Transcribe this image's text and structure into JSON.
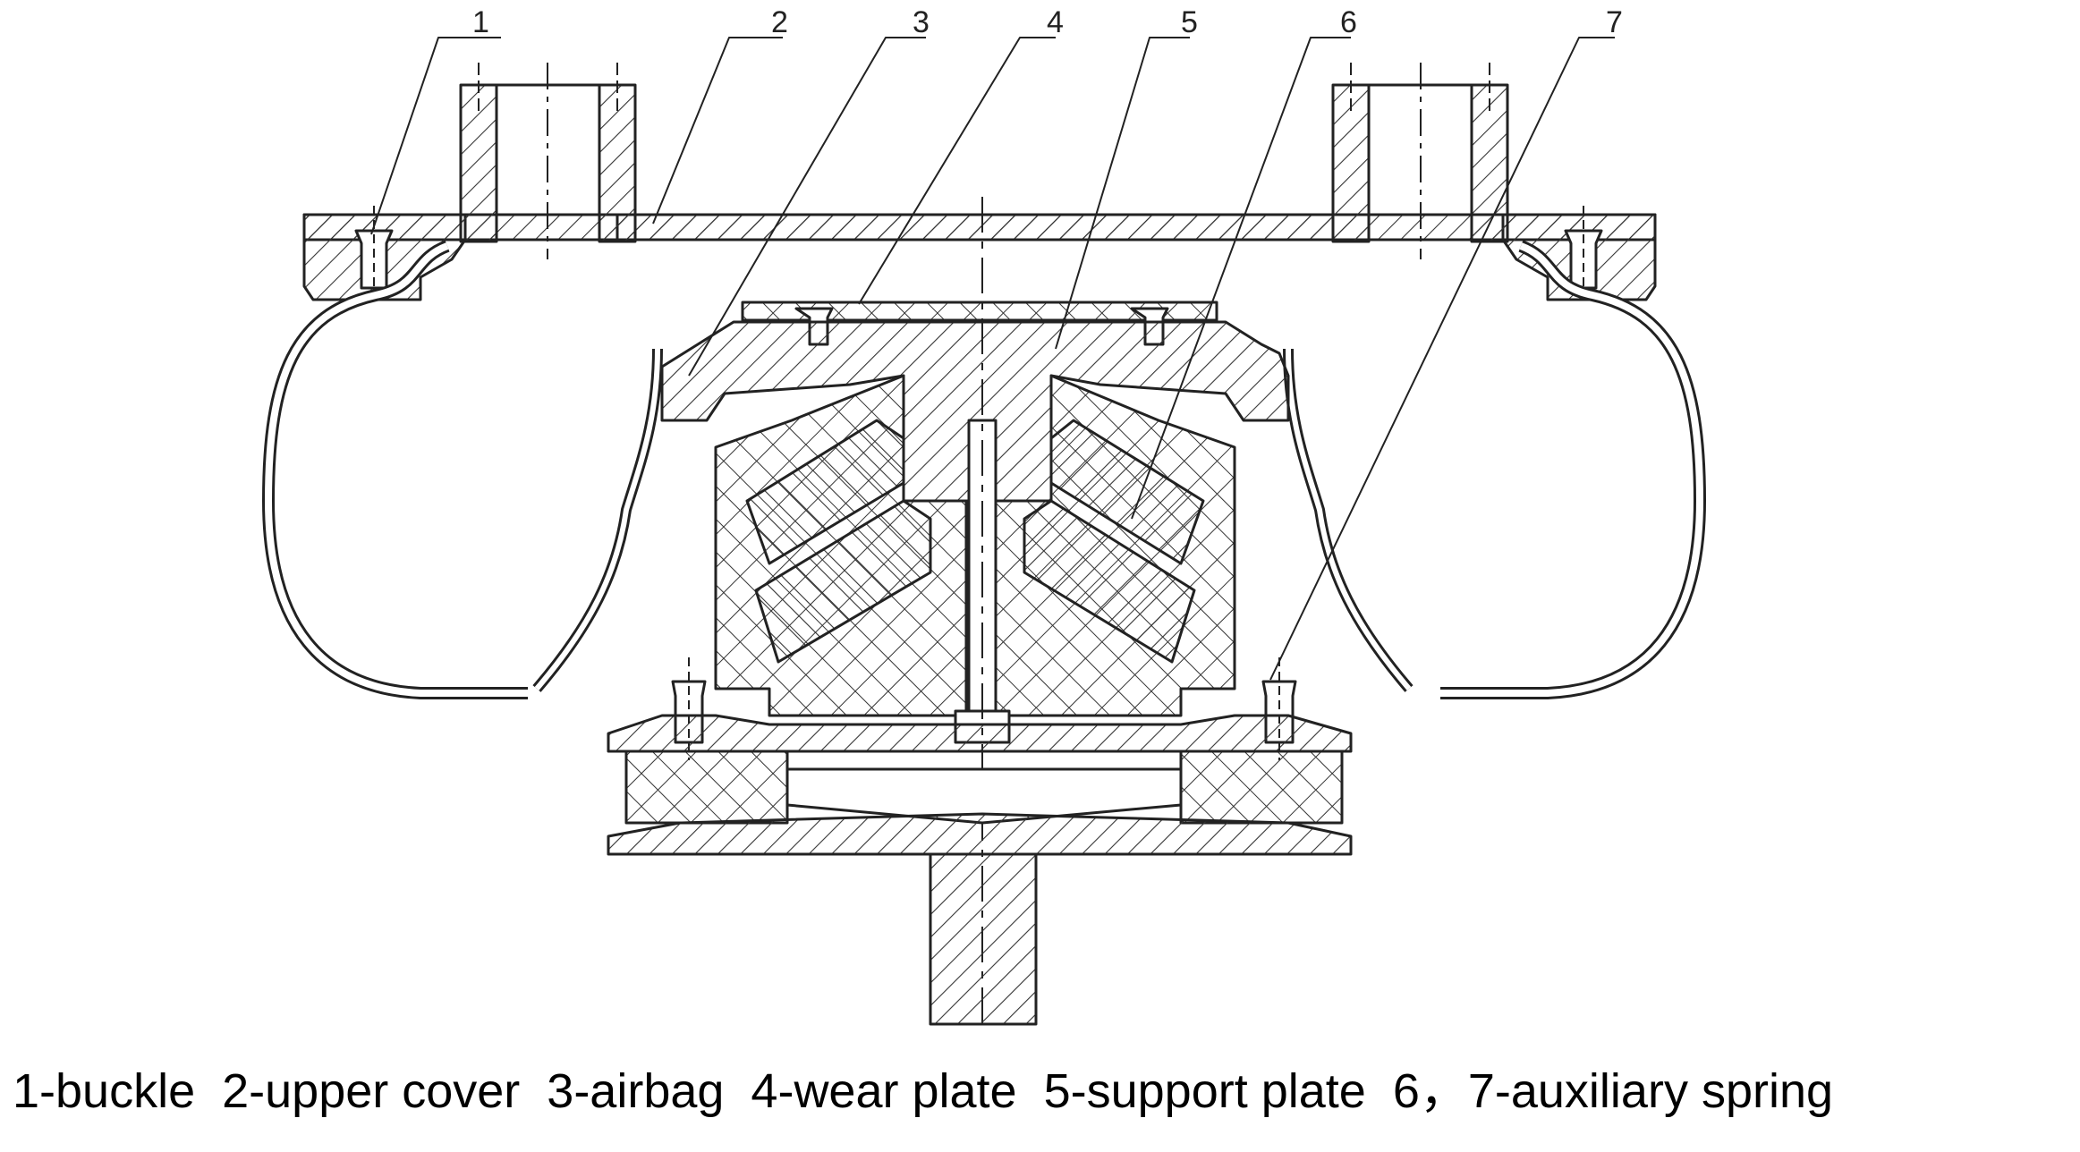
{
  "callouts": [
    "1",
    "2",
    "3",
    "4",
    "5",
    "6",
    "7"
  ],
  "caption": "1-buckle  2-upper cover  3-airbag  4-wear plate  5-support plate  6，7-auxiliary spring",
  "colors": {
    "line": "#222222",
    "background": "#ffffff"
  }
}
